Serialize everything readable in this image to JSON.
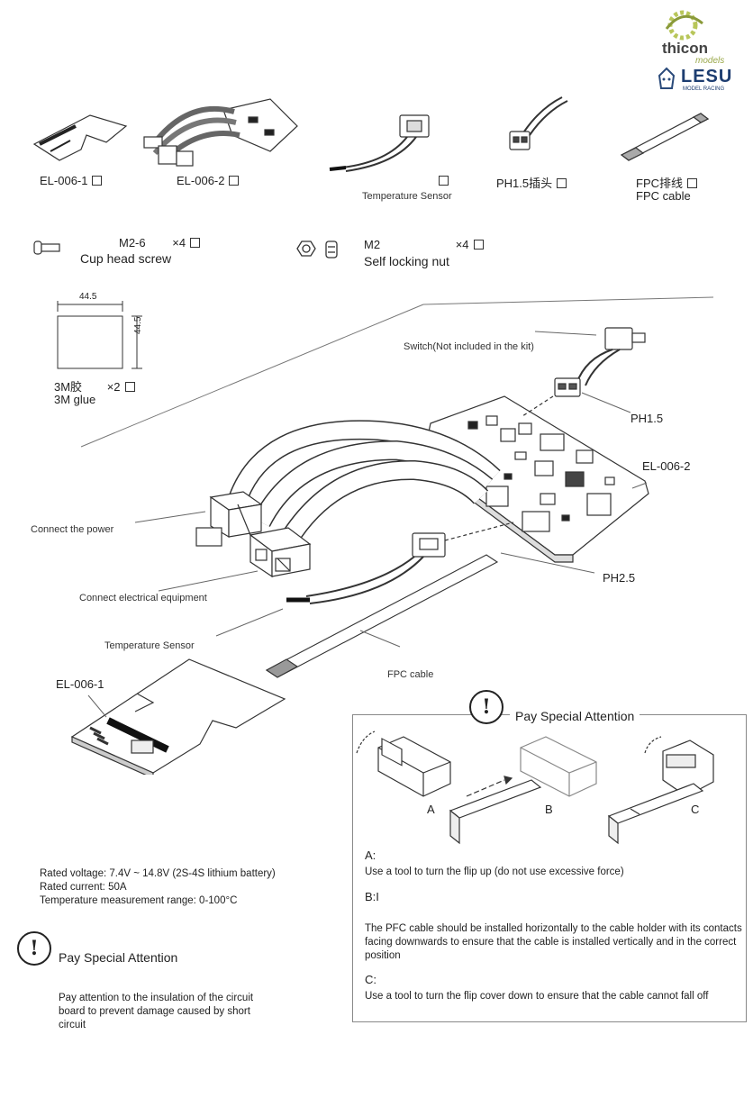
{
  "brand": {
    "thicon": "thicon",
    "thicon_sub": "models",
    "lesu": "LESU",
    "lesu_sub": "MODEL RACING"
  },
  "parts": [
    {
      "code": "EL-006-1",
      "sub": ""
    },
    {
      "code": "EL-006-2",
      "sub": ""
    },
    {
      "code": "",
      "sub": "Temperature Sensor"
    },
    {
      "code": "PH1.5插头",
      "sub": ""
    },
    {
      "code": "FPC排线",
      "sub": "FPC cable"
    }
  ],
  "hardware": [
    {
      "code": "M2-6",
      "qty": "×4",
      "name": "Cup head screw"
    },
    {
      "code": "M2",
      "qty": "×4",
      "name": "Self locking nut"
    }
  ],
  "glue": {
    "width": "44.5",
    "height": "44.5",
    "cn": "3M胶",
    "en": "3M glue",
    "qty": "×2"
  },
  "diagram_labels": {
    "switch": "Switch(Not included in the kit)",
    "ph15": "PH1.5",
    "el0062": "EL-006-2",
    "power": "Connect the power",
    "ph25": "PH2.5",
    "electrical": "Connect electrical equipment",
    "temp": "Temperature Sensor",
    "fpc": "FPC cable",
    "el0061": "EL-006-1"
  },
  "specs": [
    "Rated voltage: 7.4V ~ 14.8V (2S-4S lithium battery)",
    "Rated current: 50A",
    "Temperature measurement range: 0-100°C"
  ],
  "attention_left": {
    "icon": "!",
    "title": "Pay Special Attention",
    "text": "Pay attention to the insulation of the circuit board to prevent damage caused by short circuit"
  },
  "attention_right": {
    "icon": "!",
    "title": "Pay Special Attention",
    "step_labels": [
      "A",
      "B",
      "C"
    ],
    "steps": [
      {
        "key": "A:",
        "text": "Use a tool to turn the flip up (do not use excessive force)"
      },
      {
        "key": "B:I",
        "text": "The PFC cable should be installed horizontally to the cable holder with its contacts facing downwards to ensure that the cable is installed vertically and in the correct position"
      },
      {
        "key": "C:",
        "text": "Use a tool to turn the flip cover down to ensure that the cable cannot fall off"
      }
    ]
  }
}
